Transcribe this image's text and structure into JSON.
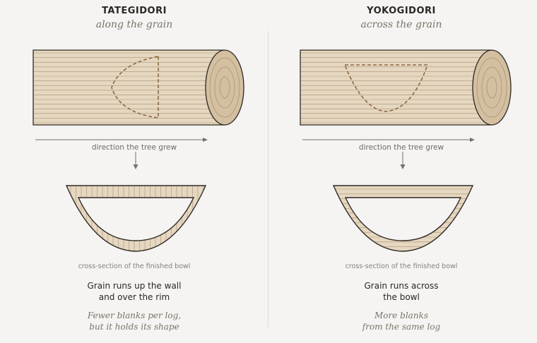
{
  "left": {
    "title": "TATEGIDORI",
    "subtitle": "along the grain",
    "direction_label": "direction the tree grew",
    "cross_section_label": "cross-section of the finished bowl",
    "description_lines": [
      "Grain runs up the wall",
      "and over the rim"
    ],
    "note_lines": [
      "Fewer blanks per log,",
      "but it holds its shape"
    ]
  },
  "right": {
    "title": "YOKOGIDORI",
    "subtitle": "across the grain",
    "direction_label": "direction the tree grew",
    "cross_section_label": "cross-section of the finished bowl",
    "description_lines": [
      "Grain runs across",
      "the bowl"
    ],
    "note_lines": [
      "More blanks",
      "from the same log"
    ]
  },
  "colors": {
    "wood": "#e6d7c0",
    "wood_end": "#d4bfa0",
    "grain_line": "#a89478",
    "outline": "#2e2924",
    "dashed_cut": "#8a6a45",
    "arrow": "#75706a",
    "background": "#f5f4f2"
  }
}
